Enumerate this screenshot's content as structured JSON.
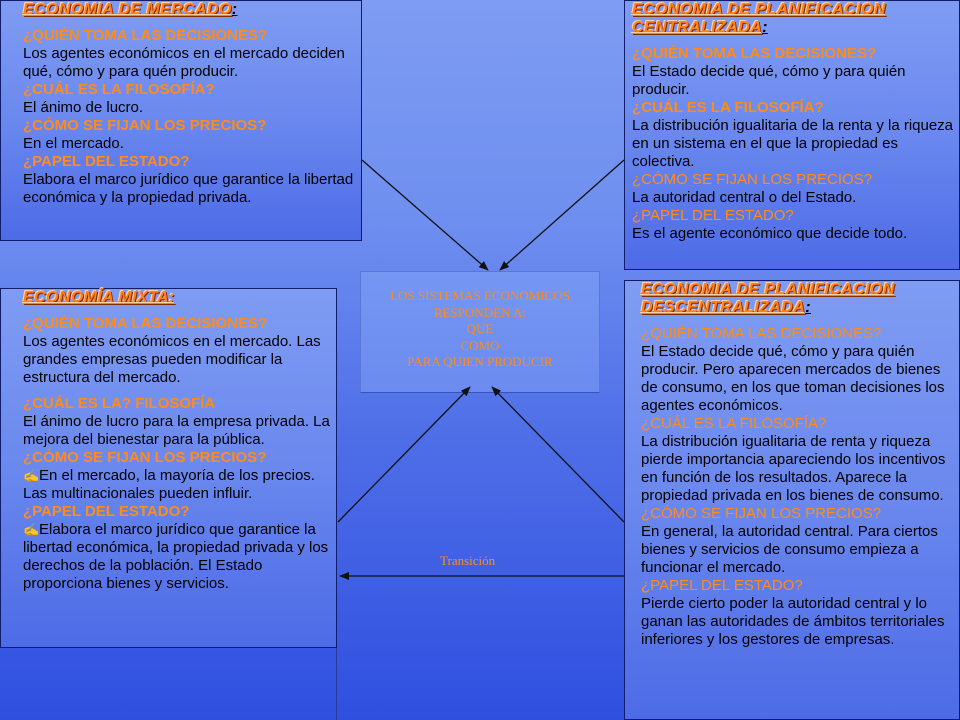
{
  "mercado": {
    "title": "ECONOMIA DE MERCADO",
    "title_suffix": ":",
    "q1": "¿QUIÉN TOMA LAS DECISIONES?",
    "a1": "Los agentes económicos en el mercado deciden qué, cómo y para quén producir.",
    "q2": "¿CUÁL ES LA FILOSOFÍA?",
    "a2": "El ánimo de lucro.",
    "q3": "¿CÓMO SE FIJAN LOS PRECIOS?",
    "a3": "En el mercado.",
    "q4": "¿PAPEL DEL ESTADO?",
    "a4": "Elabora el marco jurídico que garantice la libertad económica y la propiedad privada."
  },
  "centralizada": {
    "title": "ECONOMIA DE PLANIFICACION CENTRALIZADA",
    "title_suffix": ":",
    "q1": "¿QUIÉN TOMA LAS DECISIONES?",
    "a1": "El Estado decide qué, cómo y para quién producir.",
    "q2": "¿CUÁL ES LA FILOSOFÍA?",
    "a2": "La distribución igualitaria de la renta y la riqueza en un sistema en el que la propiedad es colectiva.",
    "q3": "¿CÓMO SE FIJAN LOS PRECIOS?",
    "a3": "La autoridad central o del Estado.",
    "q4": "¿PAPEL DEL ESTADO?",
    "a4": "Es el agente económico que decide todo."
  },
  "mixta": {
    "title": "ECONOMÍA MIXTA:",
    "q1": "¿QUIÉN TOMA LAS DECISIONES?",
    "a1": "Los agentes económicos en el mercado. Las grandes empresas pueden modificar la estructura del mercado.",
    "q2": "¿CUÁL ES LA? FILOSOFÍA",
    "a2": "El ánimo de lucro para la empresa privada. La mejora del bienestar para la pública.",
    "q3": "¿CÓMO SE FIJAN LOS PRECIOS?",
    "a3": "En el mercado, la mayoría de los precios. Las multinacionales pueden influir.",
    "q4": "¿PAPEL DEL ESTADO?",
    "a4": "Elabora el marco jurídico que garantice la libertad económica, la propiedad privada y los derechos de la población. El Estado proporciona bienes y servicios."
  },
  "descentralizada": {
    "title": "ECONOMIA DE PLANIFICACION DESCENTRALIZADA",
    "title_suffix": ":",
    "q1": "¿QUIÉN TOMA LAS DECISIONES?",
    "a1": "El Estado decide qué, cómo y para quién producir. Pero aparecen mercados de bienes de consumo, en los que toman decisiones los agentes económicos.",
    "q2": "¿CUÁL ES LA FILOSOFÍA?",
    "a2": "La distribución igualitaria de renta y riqueza pierde importancia apareciendo los incentivos en función de los resultados. Aparece la propiedad privada en los bienes de consumo.",
    "q3": "¿CÓMO SE FIJAN LOS PRECIOS?",
    "a3": "En general, la autoridad central. Para ciertos bienes y servicios de consumo empieza a funcionar el mercado.",
    "q4": "¿PAPEL DEL ESTADO?",
    "a4": "Pierde cierto poder la autoridad central y lo ganan las autoridades de ámbitos territoriales inferiores y los gestores de empresas."
  },
  "center": {
    "line1": "LOS SISTEMAS ECONOMICOS",
    "line2": "RESPONDEN A:",
    "line3": "QUE",
    "line4": "COMO",
    "line5": "PARA QUIEN PRODUCIR"
  },
  "transition_label": "Transición",
  "colors": {
    "accent_orange": "#ff8c1a",
    "background_blue": "#4f6fe8",
    "arrow_dark": "#111111"
  }
}
